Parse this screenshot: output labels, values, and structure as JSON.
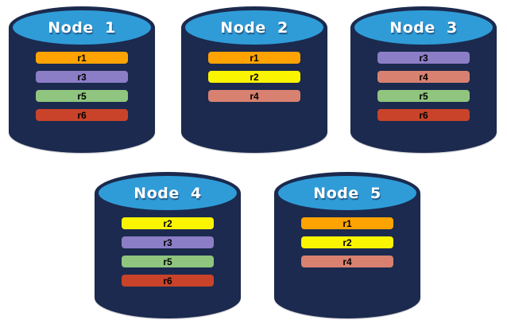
{
  "colors": {
    "background": "#FFFFFF",
    "cylinder_body": "#1B2A4E",
    "cylinder_top": "#2F9CD8",
    "node_label_text": "#FFFFFF",
    "replica_label_text": "#000000",
    "replica": {
      "r1": "#FFA303",
      "r2": "#FBF400",
      "r3": "#8C7EC6",
      "r4": "#D98171",
      "r5": "#8FC57E",
      "r6": "#C9432A"
    }
  },
  "nodes": [
    {
      "label": "Node  1",
      "replicas": [
        {
          "label": "r1",
          "color": "#FFA303"
        },
        {
          "label": "r3",
          "color": "#8C7EC6"
        },
        {
          "label": "r5",
          "color": "#8FC57E"
        },
        {
          "label": "r6",
          "color": "#C9432A"
        }
      ]
    },
    {
      "label": "Node  2",
      "replicas": [
        {
          "label": "r1",
          "color": "#FFA303"
        },
        {
          "label": "r2",
          "color": "#FBF400"
        },
        {
          "label": "r4",
          "color": "#D98171"
        }
      ]
    },
    {
      "label": "Node  3",
      "replicas": [
        {
          "label": "r3",
          "color": "#8C7EC6"
        },
        {
          "label": "r4",
          "color": "#D98171"
        },
        {
          "label": "r5",
          "color": "#8FC57E"
        },
        {
          "label": "r6",
          "color": "#C9432A"
        }
      ]
    },
    {
      "label": "Node  4",
      "replicas": [
        {
          "label": "r2",
          "color": "#FBF400"
        },
        {
          "label": "r3",
          "color": "#8C7EC6"
        },
        {
          "label": "r5",
          "color": "#8FC57E"
        },
        {
          "label": "r6",
          "color": "#C9432A"
        }
      ]
    },
    {
      "label": "Node  5",
      "replicas": [
        {
          "label": "r1",
          "color": "#FFA303"
        },
        {
          "label": "r2",
          "color": "#FBF400"
        },
        {
          "label": "r4",
          "color": "#D98171"
        }
      ]
    }
  ]
}
